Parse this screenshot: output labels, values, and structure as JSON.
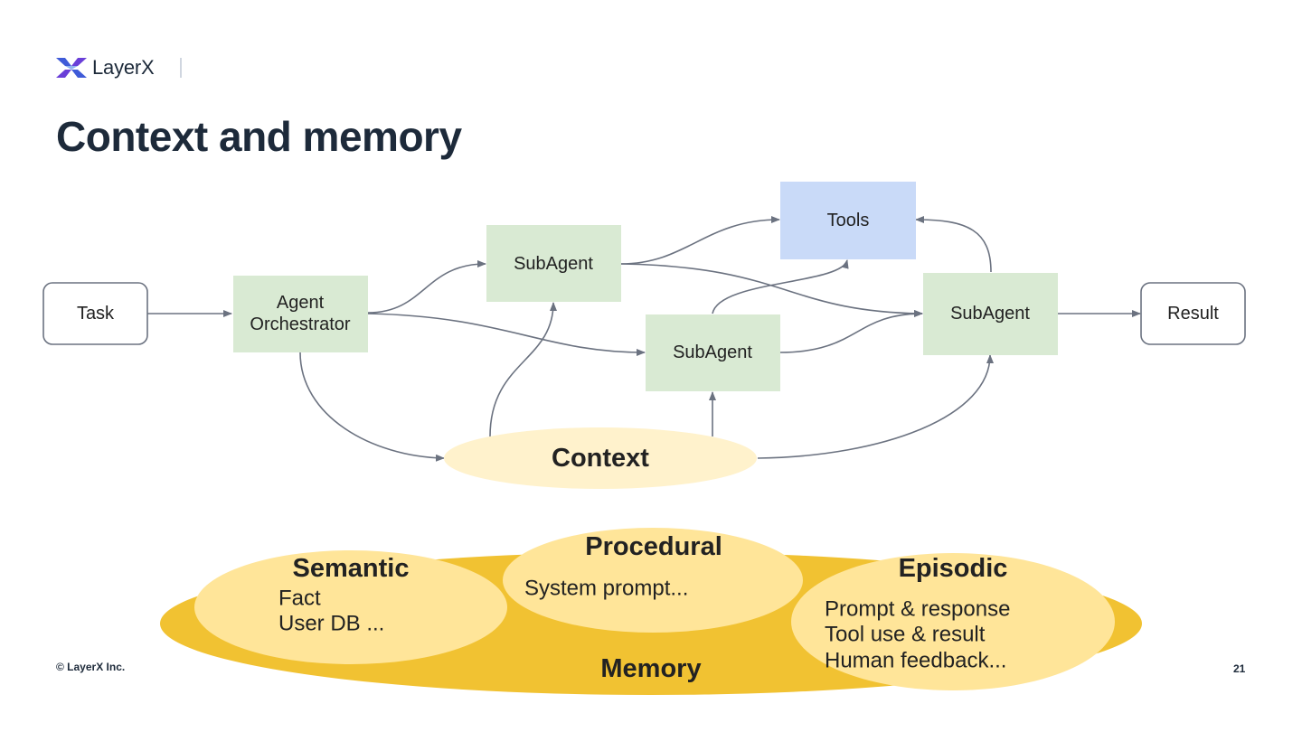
{
  "header": {
    "brand": "LayerX"
  },
  "slide": {
    "title": "Context and memory"
  },
  "colors": {
    "agent_fill": "#d9ead3",
    "tools_fill": "#c9daf8",
    "context_fill": "#fff2cc",
    "memory_fill": "#f1c232",
    "memory_sub_fill": "#ffe599",
    "arrow": "#6b7280",
    "brand_blue": "#3f5bd8",
    "brand_purple": "#6a3fd8"
  },
  "diagram": {
    "task": "Task",
    "orchestrator_line1": "Agent",
    "orchestrator_line2": "Orchestrator",
    "subagent_top": "SubAgent",
    "subagent_middle": "SubAgent",
    "subagent_right": "SubAgent",
    "tools": "Tools",
    "result": "Result",
    "context": "Context"
  },
  "memory": {
    "label": "Memory",
    "semantic": {
      "title": "Semantic",
      "line1": "Fact",
      "line2": "User DB ..."
    },
    "procedural": {
      "title": "Procedural",
      "line1": "System prompt..."
    },
    "episodic": {
      "title": "Episodic",
      "line1": "Prompt & response",
      "line2": "Tool use & result",
      "line3": "Human feedback..."
    }
  },
  "footer": {
    "copyright": "© LayerX Inc.",
    "page": "21"
  }
}
